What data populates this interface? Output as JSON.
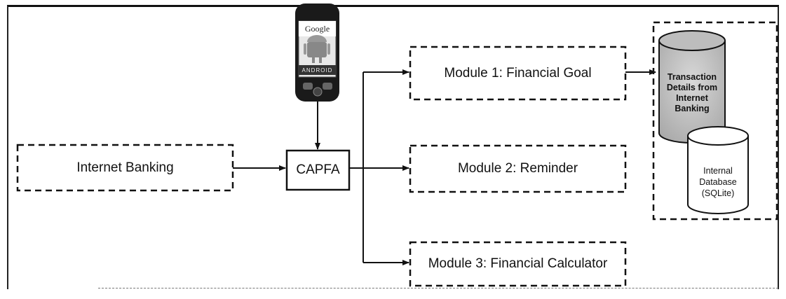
{
  "diagram": {
    "nodes": {
      "internet_banking": "Internet Banking",
      "capfa": "CAPFA",
      "module1": "Module 1: Financial Goal",
      "module2": "Module 2: Reminder",
      "module3": "Module 3: Financial Calculator",
      "db_transactions": "Transaction Details from Internet Banking",
      "db_internal": "Internal Database (SQLite)",
      "phone_brand": "Google",
      "phone_os": "ANDROID"
    },
    "colors": {
      "line": "#111111",
      "db_fill_top": "#c9c9c9",
      "phone_body": "#1a1a1a"
    }
  }
}
